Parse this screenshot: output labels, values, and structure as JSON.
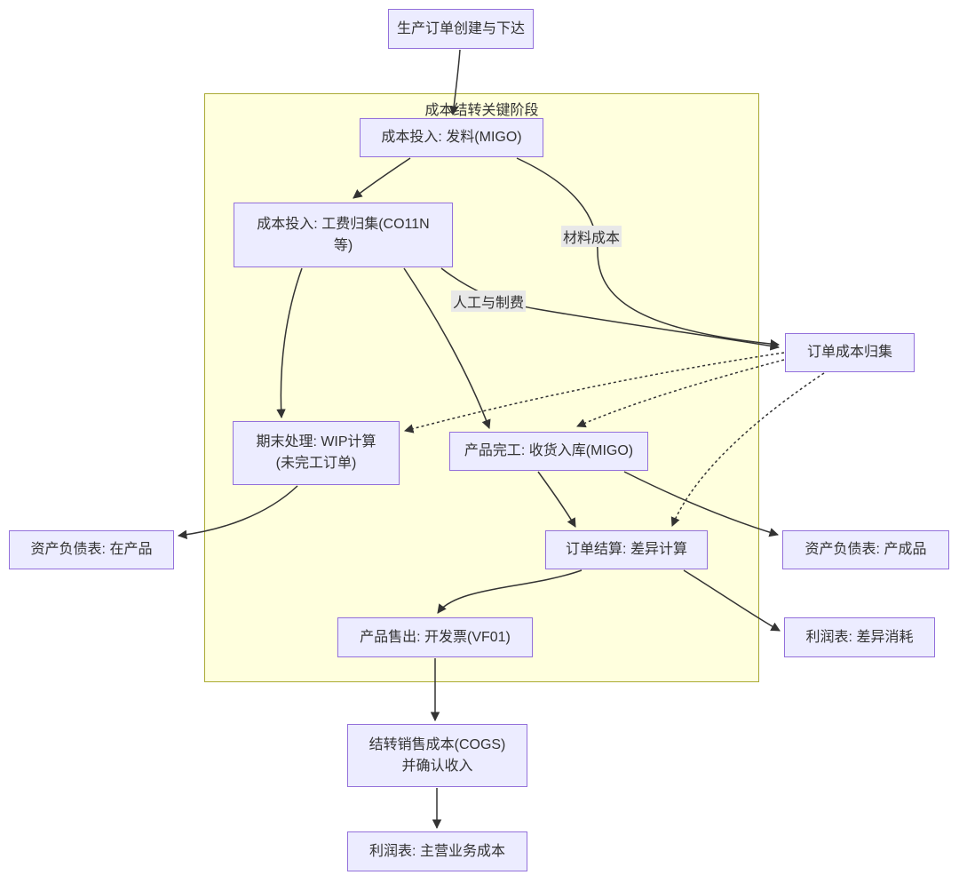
{
  "diagram": {
    "cluster": {
      "title": "成本结转关键阶段"
    },
    "nodes": {
      "create_order": {
        "label": "生产订单创建与下达"
      },
      "issue_material": {
        "label": "成本投入: 发料(MIGO)"
      },
      "labor_collection": {
        "label": "成本投入: 工费归集(CO11N\n等)"
      },
      "order_cost_collection": {
        "label": "订单成本归集"
      },
      "wip_calc": {
        "label": "期末处理: WIP计算\n(未完工订单)"
      },
      "goods_receipt": {
        "label": "产品完工: 收货入库(MIGO)"
      },
      "order_settlement": {
        "label": "订单结算: 差异计算"
      },
      "product_sale": {
        "label": "产品售出: 开发票(VF01)"
      },
      "bs_wip": {
        "label": "资产负债表: 在产品"
      },
      "bs_finished_goods": {
        "label": "资产负债表: 产成品"
      },
      "pl_variance": {
        "label": "利润表: 差异消耗"
      },
      "cogs": {
        "label": "结转销售成本(COGS)\n并确认收入"
      },
      "pl_main_cost": {
        "label": "利润表: 主营业务成本"
      }
    },
    "edge_labels": {
      "material_cost": "材料成本",
      "labor_overhead": "人工与制费"
    },
    "colors": {
      "node_fill": "#ECECFF",
      "node_border": "#9370DB",
      "cluster_fill": "#FFFFDE",
      "cluster_border": "#AAAA33",
      "edge": "#333333",
      "edge_label_bg": "#E8E8E8"
    }
  }
}
